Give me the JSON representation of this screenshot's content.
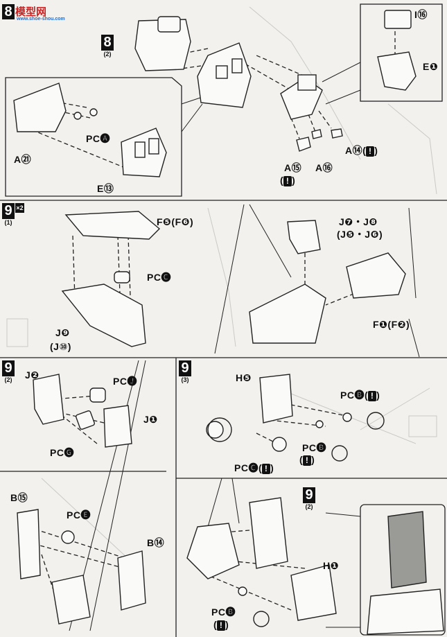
{
  "watermark": {
    "logo": "模型网",
    "url": "www.shoe-shou.com"
  },
  "steps": {
    "s8_main": {
      "num": "8"
    },
    "s8_ref": {
      "num": "8",
      "sub": "(2)"
    },
    "s9_1": {
      "num": "9",
      "sub": "(1)",
      "mult": "×2"
    },
    "s9_2": {
      "num": "9",
      "sub": "(2)"
    },
    "s9_3": {
      "num": "9",
      "sub": "(3)"
    },
    "s9_ref": {
      "num": "9",
      "sub": "(2)"
    }
  },
  "labels": {
    "i16": "I⑯",
    "e1": "E❶",
    "pca": "PC🅐",
    "a21": "A㉑",
    "e13": "E⑬",
    "a14": "A⑭(",
    "a15": "A⑮",
    "a16": "A⑯",
    "paren_open": "(",
    "paren_close": ")",
    "f5": "F❺(F❻)",
    "pcc": "PC🅒",
    "j9": "J❾",
    "j10": "(J⑩)",
    "j7j8": "J❼・J❽",
    "j5j6": "(J❺・J❻)",
    "f1": "F❶(F❷)",
    "j2": "J❷",
    "pcj": "PC🅙",
    "j1": "J❶",
    "pcg": "PC🅖",
    "h5": "H❺",
    "pcb1": "PC🅑(",
    "pcc2": "PC🅒(",
    "pcb2": "PC🅑",
    "b15": "B⑮",
    "pce": "PC🅔",
    "b14": "B⑭",
    "h1": "H❶",
    "pcb3": "PC🅑"
  },
  "warn_glyph": "!"
}
